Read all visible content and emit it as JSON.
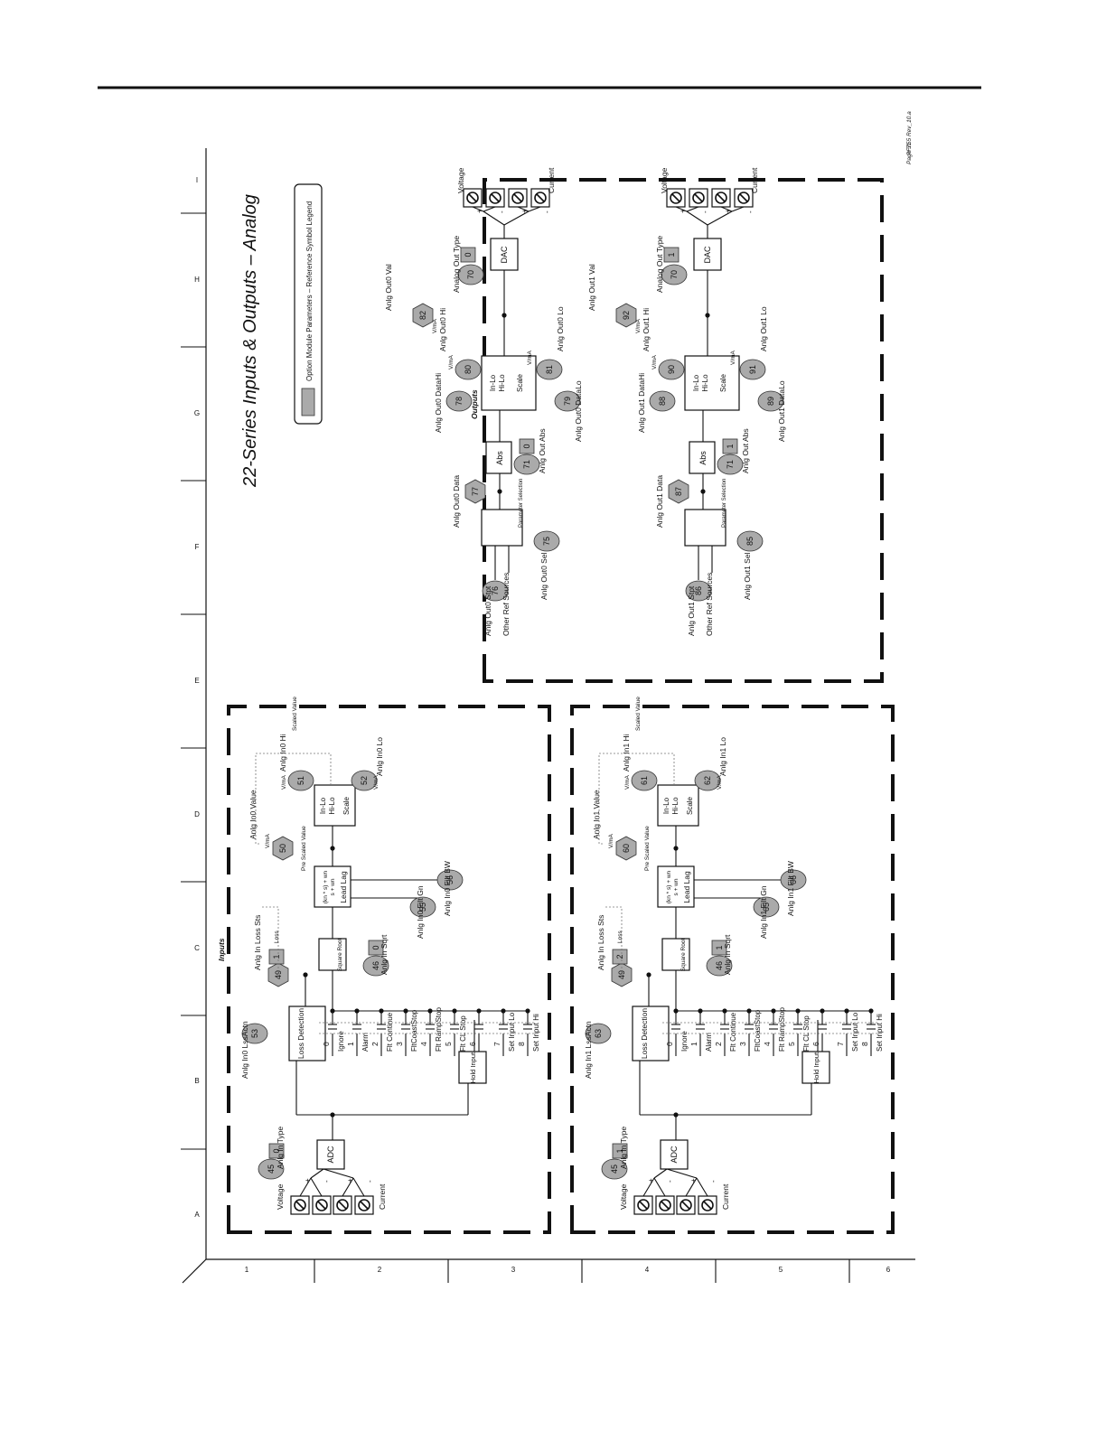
{
  "page": {
    "title": "22-Series Inputs & Outputs – Analog",
    "reference": "PF755 Rev_10.a",
    "page_label": "Page 31",
    "legend": "Option Module Parameters – Reference Symbol Legend",
    "grid_letters": [
      "A",
      "B",
      "C",
      "D",
      "E",
      "F",
      "G",
      "H",
      "I"
    ],
    "grid_numbers": [
      "1",
      "2",
      "3",
      "4",
      "5",
      "6"
    ]
  },
  "inputs": {
    "section_label": "Inputs",
    "channels": [
      {
        "terminals": {
          "voltage": "Voltage",
          "current": "Current",
          "plus": "+",
          "minus": "-"
        },
        "type_label": "Anlg In Type",
        "type_param": "45",
        "type_value": "0",
        "adc": "ADC",
        "loss_actn_label": "Anlg In0 LssActn",
        "loss_actn_param": "53",
        "loss_detection": "Loss Detection",
        "loss_sts_label": "Anlg In Loss Sts",
        "loss_sts_param": "49",
        "loss_sts_value": "1",
        "loss": "Loss",
        "options": [
          {
            "num": "0",
            "label": "Ignore"
          },
          {
            "num": "1",
            "label": "Alarm"
          },
          {
            "num": "2",
            "label": "Flt Continue"
          },
          {
            "num": "3",
            "label": "FltCoastStop"
          },
          {
            "num": "4",
            "label": "Flt RampStop"
          },
          {
            "num": "5",
            "label": "Flt CL Stop"
          },
          {
            "num": "6",
            "label": "Hold Input"
          },
          {
            "num": "7",
            "label": "Set Input Lo"
          },
          {
            "num": "8",
            "label": "Set Input Hi"
          }
        ],
        "hold_input": "Hold Input",
        "sqrt_block": "Square Root",
        "sqrt_label": "Anlg In Sqrt",
        "sqrt_param": "46",
        "sqrt_value": "0",
        "leadlag_formula_top": "(kn * s) + wn",
        "leadlag_formula_bot": "s + wn",
        "leadlag": "Lead Lag",
        "filt_gn_label": "Anlg In0 Filt Gn",
        "filt_gn_param": "55",
        "filt_bw_label": "Anlg In0 Filt BW",
        "filt_bw_param": "56",
        "pre_scaled": "Pre Scaled Value",
        "value_label": "Anlg In0 Value",
        "value_param": "50",
        "value_unit": "V/mA",
        "hi_label": "Anlg In0 Hi",
        "hi_param": "51",
        "hi_unit": "V/mA",
        "lo_label": "Anlg In0 Lo",
        "lo_param": "52",
        "lo_unit": "V/mA",
        "scale_in": "In-Lo",
        "scale_hi": "Hi-Lo",
        "scale": "Scale",
        "scaled_value": "Scaled Value"
      },
      {
        "terminals": {
          "voltage": "Voltage",
          "current": "Current",
          "plus": "+",
          "minus": "-"
        },
        "type_label": "Anlg In Type",
        "type_param": "45",
        "type_value": "1",
        "adc": "ADC",
        "loss_actn_label": "Anlg In1 LssActn",
        "loss_actn_param": "63",
        "loss_detection": "Loss Detection",
        "loss_sts_label": "Anlg In Loss Sts",
        "loss_sts_param": "49",
        "loss_sts_value": "2",
        "loss": "Loss",
        "options": [
          {
            "num": "0",
            "label": "Ignore"
          },
          {
            "num": "1",
            "label": "Alarm"
          },
          {
            "num": "2",
            "label": "Flt Continue"
          },
          {
            "num": "3",
            "label": "FltCoastStop"
          },
          {
            "num": "4",
            "label": "Flt RampStop"
          },
          {
            "num": "5",
            "label": "Flt CL Stop"
          },
          {
            "num": "6",
            "label": "Hold Input"
          },
          {
            "num": "7",
            "label": "Set Input Lo"
          },
          {
            "num": "8",
            "label": "Set Input Hi"
          }
        ],
        "hold_input": "Hold Input",
        "sqrt_block": "Square Root",
        "sqrt_label": "Anlg In Sqrt",
        "sqrt_param": "46",
        "sqrt_value": "1",
        "leadlag_formula_top": "(kn * s) + wn",
        "leadlag_formula_bot": "s + wn",
        "leadlag": "Lead Lag",
        "filt_gn_label": "Anlg In1 Filt Gn",
        "filt_gn_param": "65",
        "filt_bw_label": "Anlg In1 Filt BW",
        "filt_bw_param": "66",
        "pre_scaled": "Pre Scaled Value",
        "value_label": "Anlg In1 Value",
        "value_param": "60",
        "value_unit": "V/mA",
        "hi_label": "Anlg In1 Hi",
        "hi_param": "61",
        "hi_unit": "V/mA",
        "lo_label": "Anlg In1 Lo",
        "lo_param": "62",
        "lo_unit": "V/mA",
        "scale_in": "In-Lo",
        "scale_hi": "Hi-Lo",
        "scale": "Scale",
        "scaled_value": "Scaled Value"
      }
    ]
  },
  "outputs": {
    "section_label": "Outputs",
    "channels": [
      {
        "stpt_label": "Anlg Out0 Stpt",
        "stpt_param": "76",
        "other_sources": "Other Ref Sources",
        "sel_label": "Anlg Out0 Sel",
        "sel_param": "75",
        "param_selection": "Parameter Selection",
        "data_label": "Anlg Out0 Data",
        "data_param": "77",
        "abs": "Abs",
        "abs_label": "Anlg Out Abs",
        "abs_param": "71",
        "abs_value": "0",
        "datahi_label": "Anlg Out0 DataHi",
        "datahi_param": "78",
        "datalo_label": "Anlg Out0 DataLo",
        "datalo_param": "79",
        "hi_label": "Anlg Out0 Hi",
        "hi_param": "80",
        "hi_unit": "V/mA",
        "lo_label": "Anlg Out0 Lo",
        "lo_param": "81",
        "lo_unit": "V/mA",
        "scale_in": "In-Lo",
        "scale_hi": "Hi-Lo",
        "scale": "Scale",
        "val_label": "Anlg Out0 Val",
        "val_param": "82",
        "val_unit": "V/mA",
        "type_label": "Analog Out Type",
        "type_param": "70",
        "type_value": "0",
        "dac": "DAC",
        "terminals": {
          "voltage": "Voltage",
          "current": "Current",
          "plus": "+",
          "minus": "-"
        }
      },
      {
        "stpt_label": "Anlg Out1 Stpt",
        "stpt_param": "86",
        "other_sources": "Other Ref Sources",
        "sel_label": "Anlg Out1 Sel",
        "sel_param": "85",
        "param_selection": "Parameter Selection",
        "data_label": "Anlg Out1 Data",
        "data_param": "87",
        "abs": "Abs",
        "abs_label": "Anlg Out Abs",
        "abs_param": "71",
        "abs_value": "1",
        "datahi_label": "Anlg Out1 DataHi",
        "datahi_param": "88",
        "datalo_label": "Anlg Out1 DataLo",
        "datalo_param": "89",
        "hi_label": "Anlg Out1 Hi",
        "hi_param": "90",
        "hi_unit": "V/mA",
        "lo_label": "Anlg Out1 Lo",
        "lo_param": "91",
        "lo_unit": "V/mA",
        "scale_in": "In-Lo",
        "scale_hi": "Hi-Lo",
        "scale": "Scale",
        "val_label": "Anlg Out1 Val",
        "val_param": "92",
        "val_unit": "V/mA",
        "type_label": "Analog Out Type",
        "type_param": "70",
        "type_value": "1",
        "dac": "DAC",
        "terminals": {
          "voltage": "Voltage",
          "current": "Current",
          "plus": "+",
          "minus": "-"
        }
      }
    ]
  }
}
